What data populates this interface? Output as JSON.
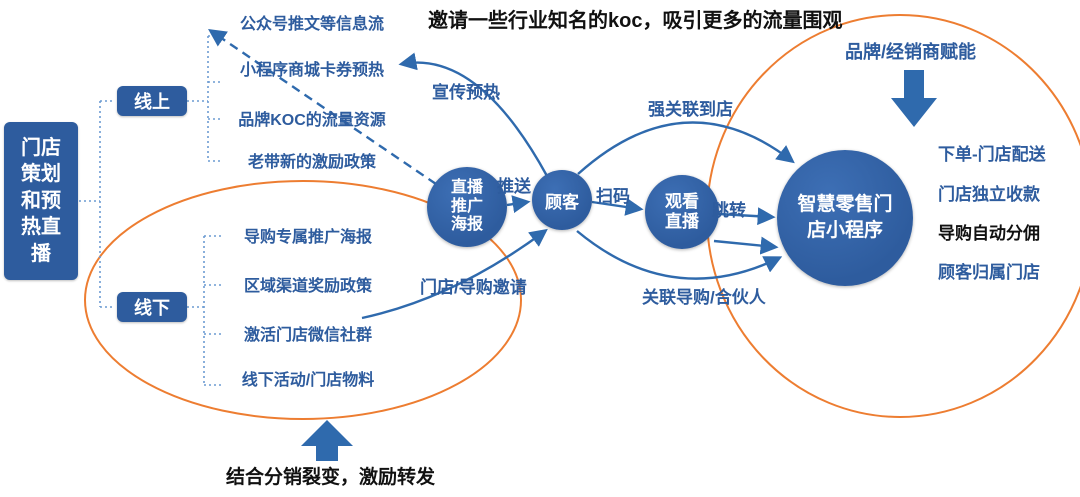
{
  "title": "邀请一些行业知名的koc，吸引更多的流量围观",
  "root": {
    "label": "门店策划和预热直播"
  },
  "online": {
    "label": "线上",
    "items": [
      "公众号推文等信息流",
      "小程序商城卡券预热",
      "品牌KOC的流量资源",
      "老带新的激励政策"
    ]
  },
  "offline": {
    "label": "线下",
    "items": [
      "导购专属推广海报",
      "区域渠道奖励政策",
      "激活门店微信社群",
      "线下活动/门店物料"
    ]
  },
  "flow": {
    "poster": "直播推广海报",
    "customer": "顾客",
    "watch": "观看直播",
    "miniprogram": "智慧零售门店小程序",
    "labels": {
      "warmup": "宣传预热",
      "push": "推送",
      "scan": "扫码",
      "jump": "跳转",
      "strong_link": "强关联到店",
      "store_invite": "门店/导购邀请",
      "partner_link": "关联导购/合伙人"
    }
  },
  "right_panel": {
    "empower": "品牌/经销商赋能",
    "features": [
      "下单-门店配送",
      "门店独立收款",
      "导购自动分佣",
      "顾客归属门店"
    ]
  },
  "bottom_note": "结合分销裂变，激励转发",
  "colors": {
    "blue": "#2E5C9E",
    "orange": "#ED7D31",
    "arrow_blue": "#2F6AAD"
  }
}
